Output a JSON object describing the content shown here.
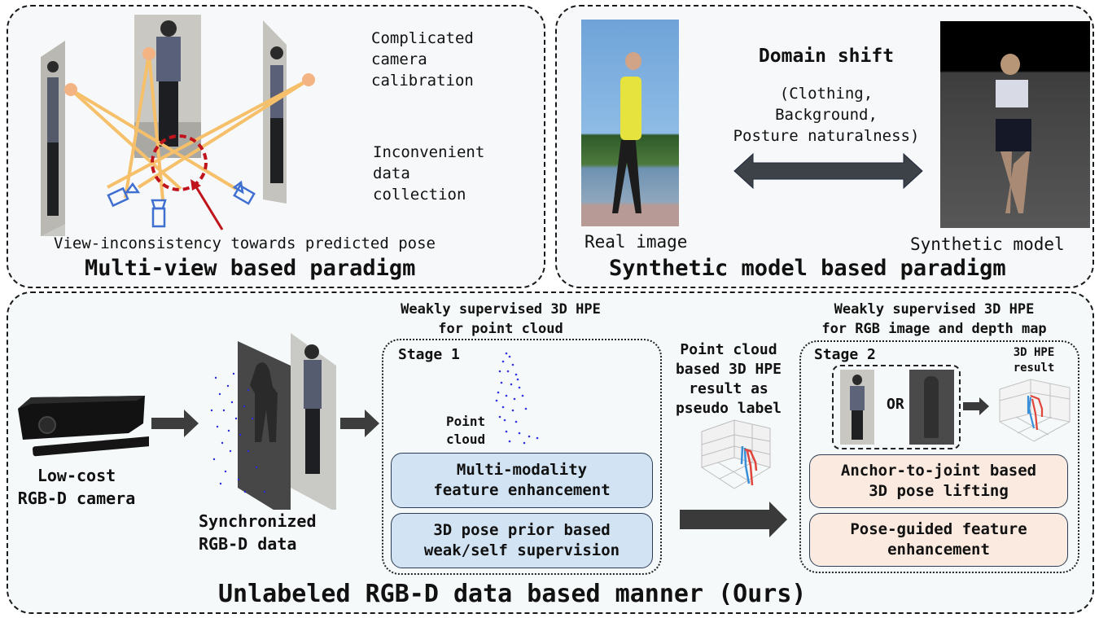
{
  "panels": {
    "multi_view": {
      "title": "Multi-view based paradigm",
      "note_1": "Complicated\ncamera\ncalibration",
      "note_2": "Inconvenient\ndata\ncollection",
      "caption": "View-inconsistency towards predicted pose"
    },
    "synthetic": {
      "title": "Synthetic model based paradigm",
      "heading": "Domain shift",
      "details": "(Clothing,\nBackground,\nPosture naturalness)",
      "real_label": "Real image",
      "synthetic_label": "Synthetic model"
    },
    "ours": {
      "title": "Unlabeled RGB-D data based manner (Ours)",
      "camera_label": "Low-cost\nRGB-D camera",
      "data_label": "Synchronized\nRGB-D data",
      "stage1": {
        "header": "Weakly supervised 3D HPE\nfor point cloud",
        "label": "Stage 1",
        "point_cloud_label": "Point\ncloud",
        "modules": [
          "Multi-modality\nfeature enhancement",
          "3D pose prior based\nweak/self supervision"
        ]
      },
      "pseudo_label": "Point cloud\nbased 3D HPE\nresult as\npseudo label",
      "stage2": {
        "header": "Weakly supervised 3D HPE\nfor RGB image and depth map",
        "label": "Stage 2",
        "or_label": "OR",
        "result_label": "3D HPE\nresult",
        "modules": [
          "Anchor-to-joint based\n3D pose lifting",
          "Pose-guided feature\nenhancement"
        ]
      }
    }
  },
  "colors": {
    "ray": "#f6bf6a",
    "joint": "#f4b383",
    "camera_icon": "#3f6fd0",
    "inconsistency": "#c0141c",
    "module_blue": "#d2e3f3",
    "module_peach": "#fbeae0",
    "arrow": "#3a3a3a",
    "pose_left": "#3a90d8",
    "pose_right": "#e0443a"
  }
}
